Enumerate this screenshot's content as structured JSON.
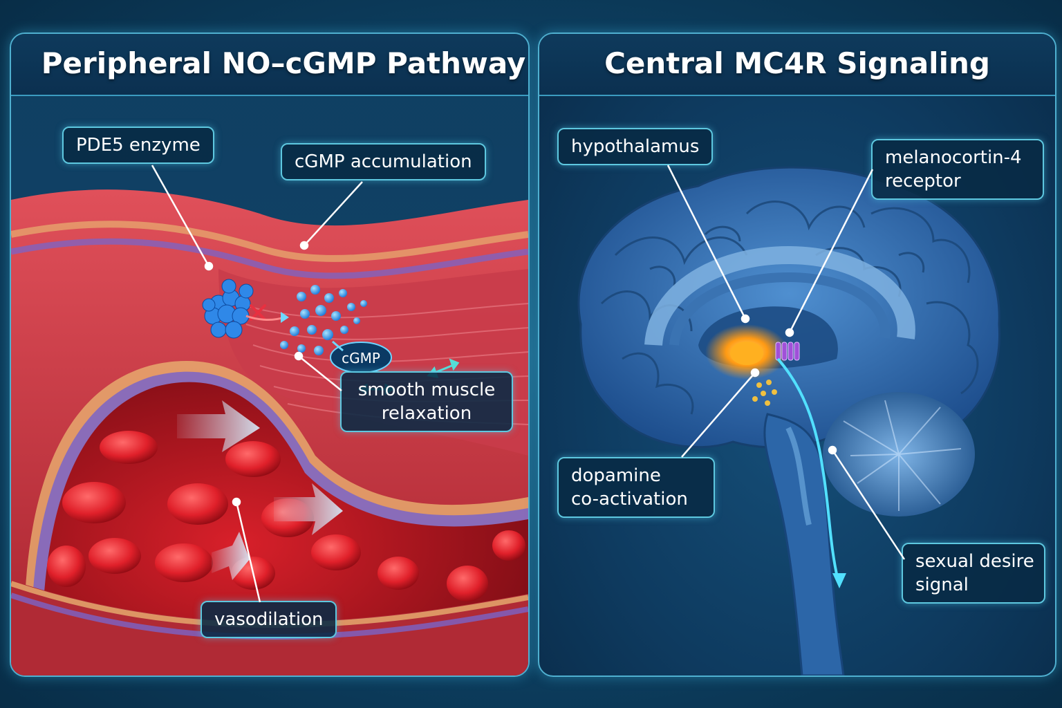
{
  "left_panel": {
    "title": "Peripheral NO–cGMP Pathway",
    "labels": {
      "pde5": "PDE5 enzyme",
      "cgmp_accumulation": "cGMP accumulation",
      "cgmp_tag": "cGMP",
      "smooth_muscle_line1": "smooth muscle",
      "smooth_muscle_line2": "relaxation",
      "vasodilation": "vasodilation"
    }
  },
  "right_panel": {
    "title": "Central MC4R Signaling",
    "labels": {
      "hypothalamus": "hypothalamus",
      "mc4r_line1": "melanocortin-4",
      "mc4r_line2": "receptor",
      "dopamine_line1": "dopamine",
      "dopamine_line2": "co-activation",
      "desire_line1": "sexual desire",
      "desire_line2": "signal"
    }
  },
  "colors": {
    "accent": "#5ec8e0",
    "vessel": "#c4303a",
    "brain": "#2f6fae",
    "hypothalamus_glow": "#ffa31a",
    "receptor": "#9a4fd0"
  }
}
